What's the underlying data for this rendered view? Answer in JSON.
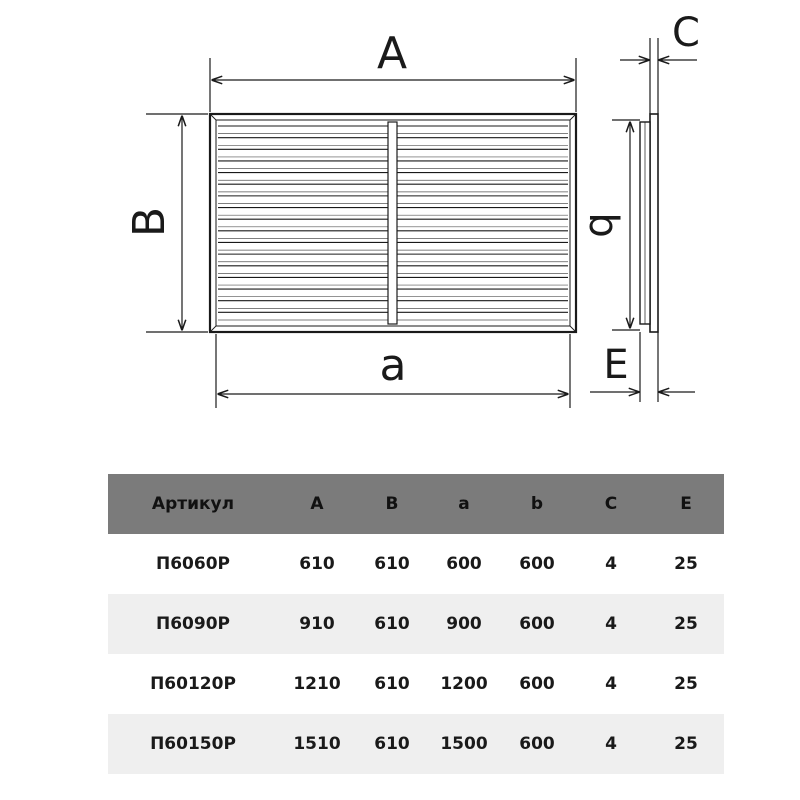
{
  "dimension_labels": {
    "A": "A",
    "B": "B",
    "a": "a",
    "b": "b",
    "C": "C",
    "E": "E"
  },
  "table": {
    "headers": [
      "Артикул",
      "A",
      "B",
      "a",
      "b",
      "C",
      "E"
    ],
    "rows": [
      [
        "П6060Р",
        "610",
        "610",
        "600",
        "600",
        "4",
        "25"
      ],
      [
        "П6090Р",
        "910",
        "610",
        "900",
        "600",
        "4",
        "25"
      ],
      [
        "П60120Р",
        "1210",
        "610",
        "1200",
        "600",
        "4",
        "25"
      ],
      [
        "П60150Р",
        "1510",
        "610",
        "1500",
        "600",
        "4",
        "25"
      ]
    ],
    "colors": {
      "header_bg": "#7b7b7b",
      "stripe_bg": "#efefef"
    }
  }
}
